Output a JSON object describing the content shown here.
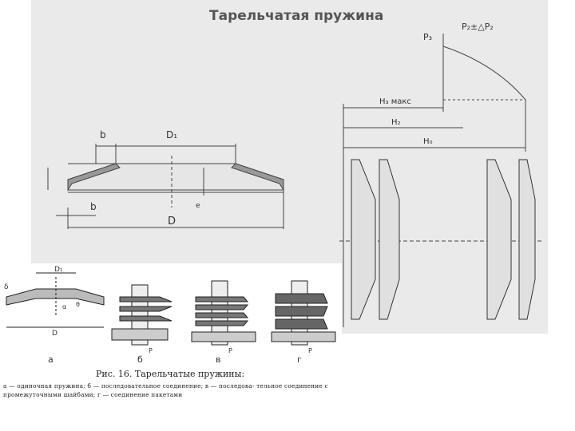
{
  "title": "Тарельчатая пружина",
  "top_drawing": {
    "labels": {
      "b_top": "b",
      "d1": "D₁",
      "b_bottom": "b",
      "d": "D",
      "e": "e"
    }
  },
  "graph": {
    "labels": {
      "p3": "P₃",
      "p2": "P₂±△P₂",
      "h3": "H₃ макс",
      "h2": "H₂",
      "h0": "H₀"
    }
  },
  "inset": {
    "labels": {
      "d1": "D₁",
      "d": "D",
      "delta": "δ",
      "alpha": "α",
      "theta": "θ",
      "a": "а",
      "b": "б",
      "v": "в",
      "g": "г",
      "p": "P"
    },
    "caption_title": "Рис. 16. Тарельчатые пружины:",
    "caption_text": "а — одиночная пружина; б — последовательное соединение; в — последова- тельное соединение с промежуточными шайбами; г — соединение пакетами"
  }
}
